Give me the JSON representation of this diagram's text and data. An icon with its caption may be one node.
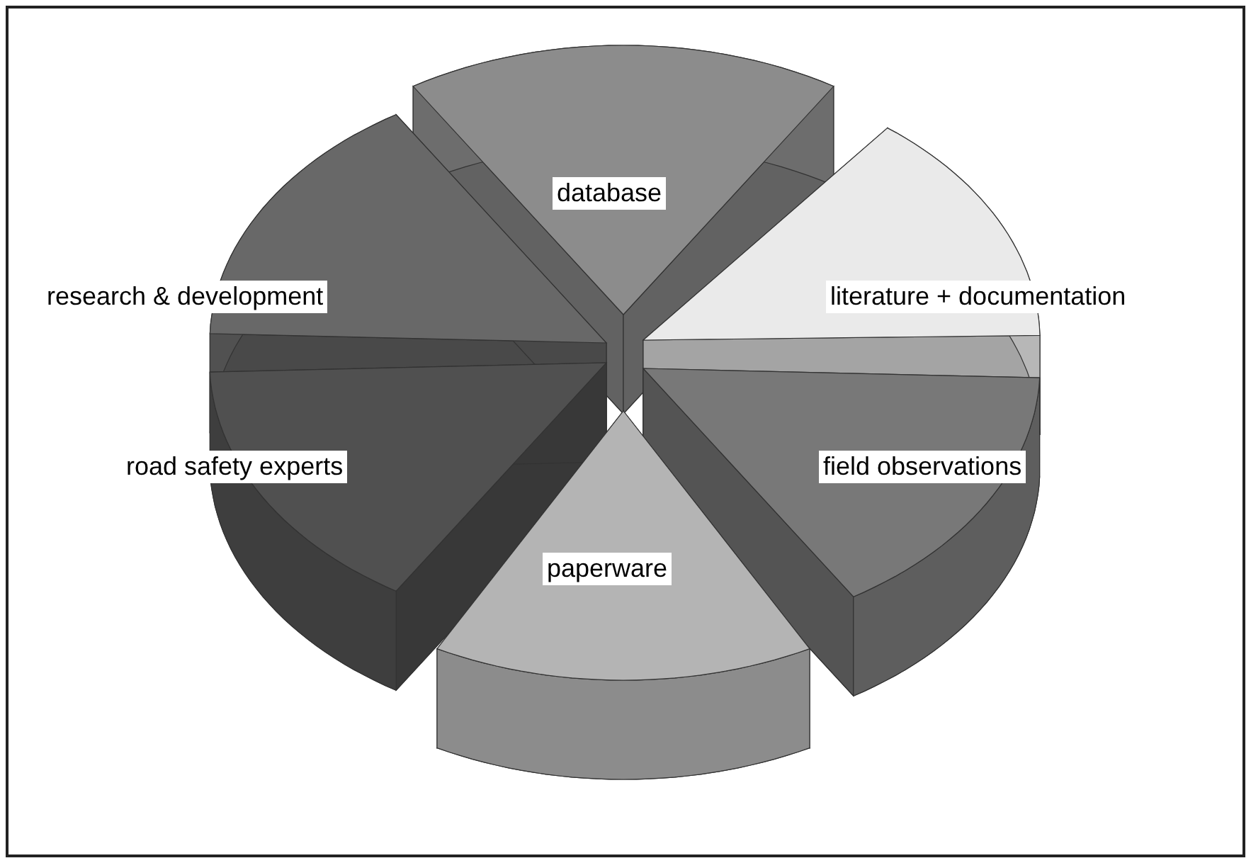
{
  "diagram": {
    "nodes": [
      {
        "text": [
          "database"
        ]
      },
      {
        "text": [
          "research & development"
        ]
      },
      {
        "text": [
          "literature + documentation"
        ]
      },
      {
        "text": [
          "road safety experts"
        ]
      },
      {
        "text": [
          "field observations"
        ]
      },
      {
        "text": [
          "paperware"
        ]
      }
    ]
  }
}
